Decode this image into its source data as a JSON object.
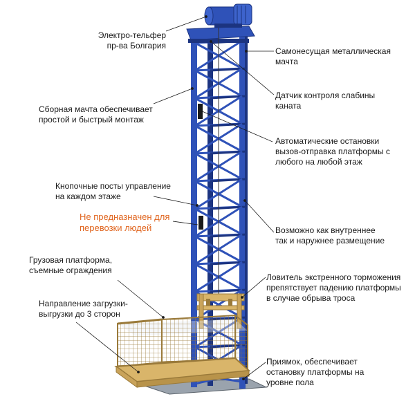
{
  "labels": {
    "hoist": "Электро-тельфер\nпр-ва Болгария",
    "mast_self": "Самонесущая металлическая\nмачта",
    "rope_sensor": "Датчик контроля слабины\nканата",
    "mast_assembly": "Сборная мачта обеспечивает\nпростой и быстрый монтаж",
    "auto_stops": "Автоматические остановки\nвызов-отправка платформы с\nлюбого на любой этаж",
    "button_posts": "Кнопочные посты управление\nна каждом этаже",
    "warning": "Не предназначен для\nперевозки людей",
    "placement": "Возможно как внутреннее\nтак и наружнее размещение",
    "platform": "Грузовая платформа,\nсъемные ограждения",
    "catcher": "Ловитель экстренного торможения\nпрепятствует падению платформы\nв случае обрыва троса",
    "loading": "Направление загрузки-\nвыгрузки до 3 сторон",
    "pit": "Приямок, обеспечивает\nостановку платформы на\nуровне пола"
  },
  "colors": {
    "mast_blue": "#2f52b8",
    "mast_dark": "#1c3480",
    "platform_wood": "#d9b56a",
    "platform_dark": "#9a7a3a",
    "warning": "#e0651f"
  }
}
